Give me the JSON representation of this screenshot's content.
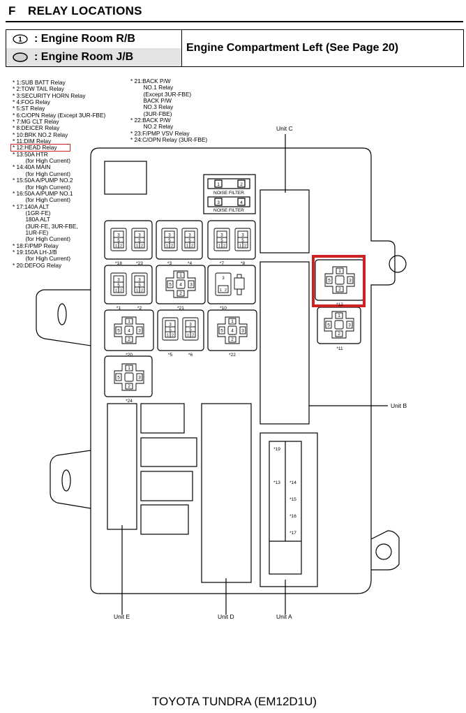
{
  "header": {
    "letter": "F",
    "title": "RELAY LOCATIONS"
  },
  "legend": {
    "rb_symbol": "1",
    "rb_label": ": Engine Room R/B",
    "jb_label": ": Engine Room J/B",
    "location": "Engine Compartment Left (See Page 20)"
  },
  "relay_list_left": [
    "* 1:SUB BATT Relay",
    "* 2:TOW TAIL Relay",
    "* 3:SECURITY HORN Relay",
    "* 4:FOG Relay",
    "* 5:ST Relay",
    "* 6:C/OPN Relay (Except 3UR-FBE)",
    "* 7:MG CLT Relay",
    "* 8:DEICER Relay",
    "* 10:BRK NO.2 Relay",
    "* 11:DIM Relay",
    "* 12:HEAD Relay",
    "* 13:50A HTR",
    "        (for High Current)",
    "* 14:40A MAIN",
    "        (for High Current)",
    "* 15:50A A/PUMP NO.2",
    "        (for High Current)",
    "* 16:50A A/PUMP NO.1",
    "        (for High Current)",
    "* 17:140A ALT",
    "        (1GR-FE)",
    "        180A ALT",
    "        (3UR-FE, 3UR-FBE,",
    "        1UR-FE)",
    "        (for High Current)",
    "* 18:F/PMP Relay",
    "* 19:150A LH-J/B",
    "        (for High Current)",
    "* 20:DEFOG Relay"
  ],
  "relay_list_right": [
    "* 21:BACK P/W",
    "        NO.1 Relay",
    "        (Except 3UR-FBE)",
    "        BACK P/W",
    "        NO.3 Relay",
    "        (3UR-FBE)",
    "* 22:BACK P/W",
    "        NO.2 Relay",
    "* 23:F/PMP VSV Relay",
    "* 24:C/OPN Relay (3UR-FBE)"
  ],
  "noise_filter": {
    "label": "NOISE FILTER",
    "pins_top": [
      "1",
      "2"
    ],
    "pins_bottom": [
      "3",
      "4"
    ]
  },
  "relay_labels": {
    "r18": "*18",
    "r23": "*23",
    "r3": "*3",
    "r4": "*4",
    "r7": "*7",
    "r8": "*8",
    "r1": "*1",
    "r2": "*2",
    "r21": "*21",
    "r10": "*10",
    "r20": "*20",
    "r5": "*5",
    "r6": "*6",
    "r22": "*22",
    "r24": "*24",
    "r12": "*12",
    "r11": "*11"
  },
  "fuse_labels": {
    "f19": "*19",
    "f13": "*13",
    "f14": "*14",
    "f15": "*15",
    "f16": "*16",
    "f17": "*17"
  },
  "pins": {
    "p1": "1",
    "p2": "2",
    "p3": "3",
    "p4": "4",
    "p5": "5"
  },
  "units": {
    "c": "Unit C",
    "b": "Unit B",
    "e": "Unit E",
    "d": "Unit D",
    "a": "Unit A"
  },
  "highlight_color": "#cc2222",
  "footer": "TOYOTA TUNDRA (EM12D1U)"
}
